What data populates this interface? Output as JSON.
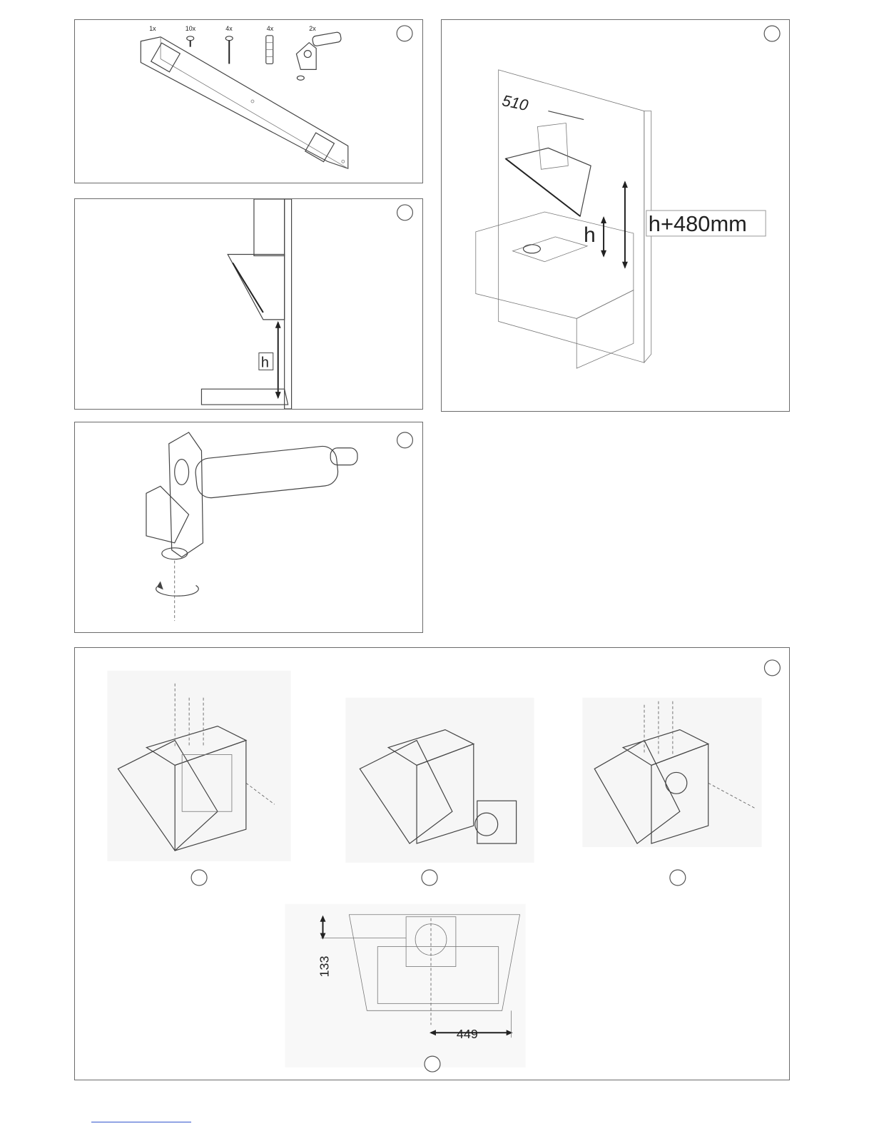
{
  "panel_parts": {
    "qty": [
      "1x",
      "10x",
      "4x",
      "4x",
      "2x"
    ]
  },
  "panel_wall": {
    "width_label": "510",
    "height_label": "h+480mm",
    "h_label": "h"
  },
  "panel_side": {
    "h_label": "h"
  },
  "panel_dims": {
    "depth_label": "133",
    "width_label": "449"
  }
}
